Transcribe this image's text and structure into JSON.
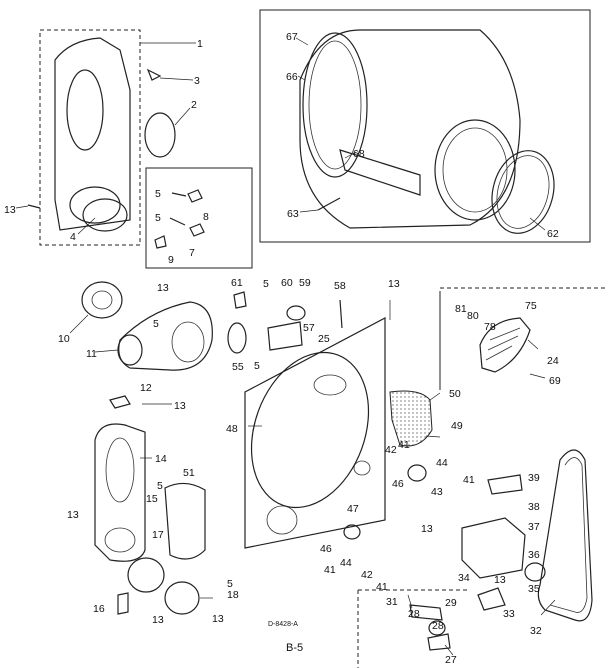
{
  "diagram_code": "D-8428-A",
  "page_label": "B-5",
  "callouts": [
    {
      "id": "c1",
      "text": "1"
    },
    {
      "id": "c2",
      "text": "2"
    },
    {
      "id": "c3",
      "text": "3"
    },
    {
      "id": "c4",
      "text": "4"
    },
    {
      "id": "c5a",
      "text": "5"
    },
    {
      "id": "c5b",
      "text": "5"
    },
    {
      "id": "c5c",
      "text": "5"
    },
    {
      "id": "c5d",
      "text": "5"
    },
    {
      "id": "c5e",
      "text": "5"
    },
    {
      "id": "c5f",
      "text": "5"
    },
    {
      "id": "c5g",
      "text": "5"
    },
    {
      "id": "c7",
      "text": "7"
    },
    {
      "id": "c8",
      "text": "8"
    },
    {
      "id": "c9",
      "text": "9"
    },
    {
      "id": "c10",
      "text": "10"
    },
    {
      "id": "c11",
      "text": "11"
    },
    {
      "id": "c12",
      "text": "12"
    },
    {
      "id": "c13a",
      "text": "13"
    },
    {
      "id": "c13b",
      "text": "13"
    },
    {
      "id": "c13c",
      "text": "13"
    },
    {
      "id": "c13d",
      "text": "13"
    },
    {
      "id": "c13e",
      "text": "13"
    },
    {
      "id": "c13f",
      "text": "13"
    },
    {
      "id": "c13g",
      "text": "13"
    },
    {
      "id": "c13h",
      "text": "13"
    },
    {
      "id": "c13i",
      "text": "13"
    },
    {
      "id": "c14",
      "text": "14"
    },
    {
      "id": "c15",
      "text": "15"
    },
    {
      "id": "c16",
      "text": "16"
    },
    {
      "id": "c17",
      "text": "17"
    },
    {
      "id": "c18",
      "text": "18"
    },
    {
      "id": "c24",
      "text": "24"
    },
    {
      "id": "c25",
      "text": "25"
    },
    {
      "id": "c27",
      "text": "27"
    },
    {
      "id": "c28a",
      "text": "28"
    },
    {
      "id": "c28b",
      "text": "28"
    },
    {
      "id": "c29",
      "text": "29"
    },
    {
      "id": "c31",
      "text": "31"
    },
    {
      "id": "c32",
      "text": "32"
    },
    {
      "id": "c33",
      "text": "33"
    },
    {
      "id": "c34",
      "text": "34"
    },
    {
      "id": "c35",
      "text": "35"
    },
    {
      "id": "c36",
      "text": "36"
    },
    {
      "id": "c37",
      "text": "37"
    },
    {
      "id": "c38",
      "text": "38"
    },
    {
      "id": "c39",
      "text": "39"
    },
    {
      "id": "c41a",
      "text": "41"
    },
    {
      "id": "c41b",
      "text": "41"
    },
    {
      "id": "c41c",
      "text": "41"
    },
    {
      "id": "c41d",
      "text": "41"
    },
    {
      "id": "c42a",
      "text": "42"
    },
    {
      "id": "c42b",
      "text": "42"
    },
    {
      "id": "c43",
      "text": "43"
    },
    {
      "id": "c44a",
      "text": "44"
    },
    {
      "id": "c44b",
      "text": "44"
    },
    {
      "id": "c46a",
      "text": "46"
    },
    {
      "id": "c46b",
      "text": "46"
    },
    {
      "id": "c47",
      "text": "47"
    },
    {
      "id": "c48",
      "text": "48"
    },
    {
      "id": "c49",
      "text": "49"
    },
    {
      "id": "c50",
      "text": "50"
    },
    {
      "id": "c51",
      "text": "51"
    },
    {
      "id": "c55",
      "text": "55"
    },
    {
      "id": "c57",
      "text": "57"
    },
    {
      "id": "c58",
      "text": "58"
    },
    {
      "id": "c59",
      "text": "59"
    },
    {
      "id": "c60",
      "text": "60"
    },
    {
      "id": "c61",
      "text": "61"
    },
    {
      "id": "c62",
      "text": "62"
    },
    {
      "id": "c63",
      "text": "63"
    },
    {
      "id": "c66",
      "text": "66"
    },
    {
      "id": "c67",
      "text": "67"
    },
    {
      "id": "c68",
      "text": "68"
    },
    {
      "id": "c69",
      "text": "69"
    },
    {
      "id": "c75",
      "text": "75"
    },
    {
      "id": "c78",
      "text": "78"
    },
    {
      "id": "c80",
      "text": "80"
    },
    {
      "id": "c81",
      "text": "81"
    }
  ]
}
